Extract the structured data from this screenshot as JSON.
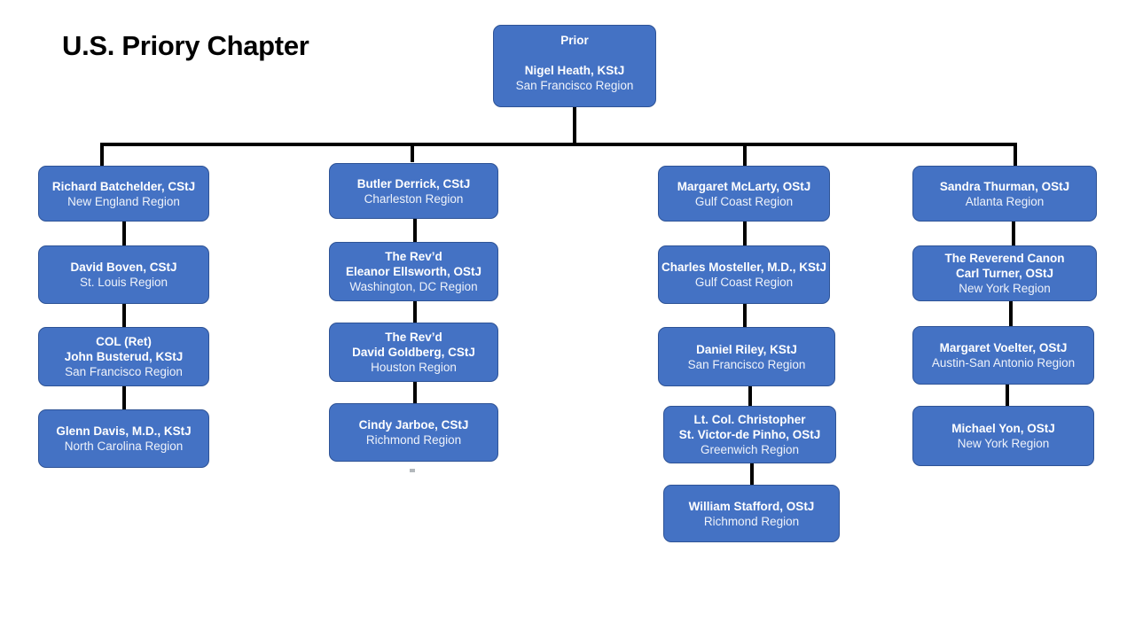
{
  "title": "U.S. Priory Chapter",
  "root": {
    "role": "Prior",
    "name": "Nigel Heath, KStJ",
    "region": "San Francisco Region"
  },
  "columns": [
    {
      "nodes": [
        {
          "name": "Richard Batchelder, CStJ",
          "region": "New England Region"
        },
        {
          "name": "David Boven, CStJ",
          "region": "St. Louis Region"
        },
        {
          "name": "COL (Ret)",
          "name2": "John Busterud, KStJ",
          "region": "San Francisco Region"
        },
        {
          "name": "Glenn Davis, M.D., KStJ",
          "region": "North Carolina Region"
        }
      ]
    },
    {
      "nodes": [
        {
          "name": "Butler Derrick, CStJ",
          "region": "Charleston Region"
        },
        {
          "name": "The Rev’d",
          "name2": "Eleanor Ellsworth, OStJ",
          "region": "Washington, DC Region"
        },
        {
          "name": "The Rev’d",
          "name2": "David Goldberg, CStJ",
          "region": "Houston Region"
        },
        {
          "name": "Cindy Jarboe, CStJ",
          "region": "Richmond Region"
        }
      ]
    },
    {
      "nodes": [
        {
          "name": "Margaret McLarty, OStJ",
          "region": "Gulf Coast Region"
        },
        {
          "name": "Charles Mosteller, M.D., KStJ",
          "region": "Gulf Coast Region"
        },
        {
          "name": "Daniel Riley, KStJ",
          "region": "San Francisco Region"
        },
        {
          "name": "Lt. Col. Christopher",
          "name2": "St. Victor-de Pinho, OStJ",
          "region": "Greenwich Region"
        },
        {
          "name": "William Stafford, OStJ",
          "region": "Richmond Region"
        }
      ]
    },
    {
      "nodes": [
        {
          "name": "Sandra Thurman, OStJ",
          "region": "Atlanta Region"
        },
        {
          "name": "The Reverend Canon",
          "name2": "Carl Turner, OStJ",
          "region": "New York Region"
        },
        {
          "name": "Margaret Voelter, OStJ",
          "region": "Austin-San Antonio Region"
        },
        {
          "name": "Michael Yon, OStJ",
          "region": "New York Region"
        }
      ]
    }
  ],
  "colors": {
    "box_fill": "#4472C4",
    "box_border": "#2E5396",
    "connector": "#000000",
    "title_text": "#000000",
    "box_text": "#FFFFFF"
  }
}
